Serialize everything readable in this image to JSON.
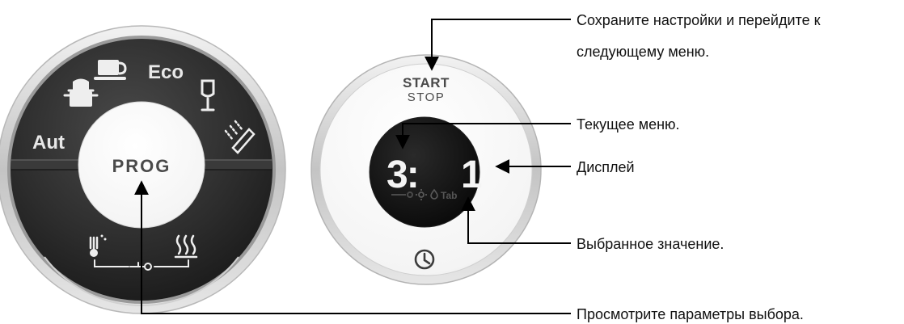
{
  "left_dial": {
    "center_label": "PROG",
    "program_labels": {
      "eco": "Eco",
      "auto": "Aut"
    },
    "icons": [
      "cookpot-icon",
      "coffee-cup-icon",
      "wine-glass-icon",
      "spray-rinse-icon",
      "thermometer-icon",
      "heat-dry-icon",
      "faucet-icon"
    ]
  },
  "right_dial": {
    "start_label": "START",
    "stop_label": "STOP",
    "display": {
      "menu_digit": "3:",
      "value_digit": "1",
      "indicator_tab": "Tab"
    },
    "icons": [
      "clock-icon",
      "rinse-aid-icon",
      "salt-icon",
      "drop-icon"
    ]
  },
  "callouts": {
    "save": [
      "Сохраните настройки и перейдите к",
      "следующему меню."
    ],
    "current_menu": "Текущее меню.",
    "display": "Дисплей",
    "selected_value": "Выбранное значение.",
    "view_options": "Просмотрите параметры выбора."
  },
  "colors": {
    "ring_silver": "#c9c9c9",
    "dial_dark": "#2b2b2b",
    "display_black": "#0c0c0c",
    "digit_white": "#f4f4f4",
    "line_black": "#000000"
  }
}
